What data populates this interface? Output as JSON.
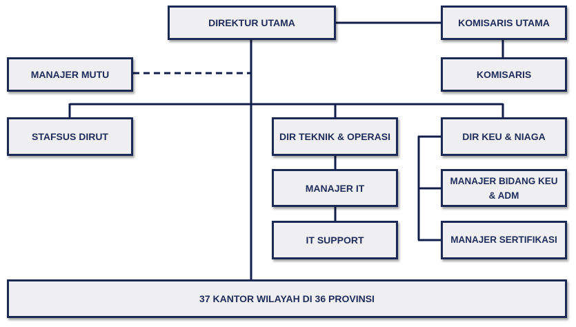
{
  "nodes": {
    "direktur_utama": "DIREKTUR UTAMA",
    "komisaris_utama": "KOMISARIS UTAMA",
    "komisaris": "KOMISARIS",
    "manajer_mutu": "MANAJER MUTU",
    "stafsus_dirut": "STAFSUS DIRUT",
    "dir_teknik": "DIR TEKNIK & OPERASI",
    "manajer_it": "MANAJER IT",
    "it_support": "IT SUPPORT",
    "dir_keu": "DIR KEU & NIAGA",
    "manajer_bidang_keu": "MANAJER BIDANG KEU\n& ADM",
    "manajer_sertifikasi": "MANAJER SERTIFIKASI",
    "kantor_wilayah": "37 KANTOR WILAYAH DI 36 PROVINSI"
  },
  "colors": {
    "line": "#0f1e4b",
    "box_fill": "#efeff2",
    "box_border": "#1a2a55",
    "text": "#1d2c5a"
  }
}
